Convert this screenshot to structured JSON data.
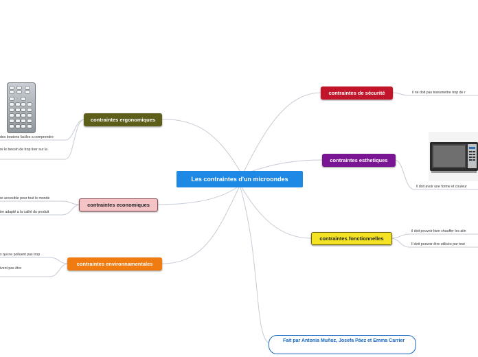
{
  "central": {
    "label": "Les contraintes d'un microondes"
  },
  "branches": {
    "ergonomiques": {
      "label": "contraintes ergonomiques",
      "color": "#5C5E1A",
      "leaves": [
        "des boutons faciles a comprendre",
        "re le besoin de trop tirer sur la"
      ]
    },
    "economiques": {
      "label": "contraintes economiques",
      "color": "#F3C3C6",
      "leaves": [
        "re accesible pour tout le monde",
        "tre adapté a la calité du produit"
      ]
    },
    "environnementales": {
      "label": "contraintes environnamentales",
      "color": "#EF7B11",
      "leaves": [
        "x qui ne polluent pas trop",
        "ivent pas être"
      ]
    },
    "securite": {
      "label": "contraintes de sécurité",
      "color": "#C2152B",
      "leaves": [
        "il ne doit pas transmettre trop de r"
      ]
    },
    "esthetiques": {
      "label": "contraintes esthetiques",
      "color": "#7A1593",
      "leaves": [
        "il doit avoir une forme et couleur"
      ]
    },
    "fonctionnelles": {
      "label": "contraintes fonctionnelles",
      "color": "#F3E324",
      "leaves": [
        "il doit pouvoir bien chauffer les alin",
        "Il doit pouvoir être utilisée par tout"
      ]
    }
  },
  "credit": {
    "label": "Fait par Antonia Muñoz, Josefa Páez et Emma Carrier"
  },
  "images": {
    "remote": "remote-keypad-image",
    "oven": "microwave-oven-image"
  }
}
